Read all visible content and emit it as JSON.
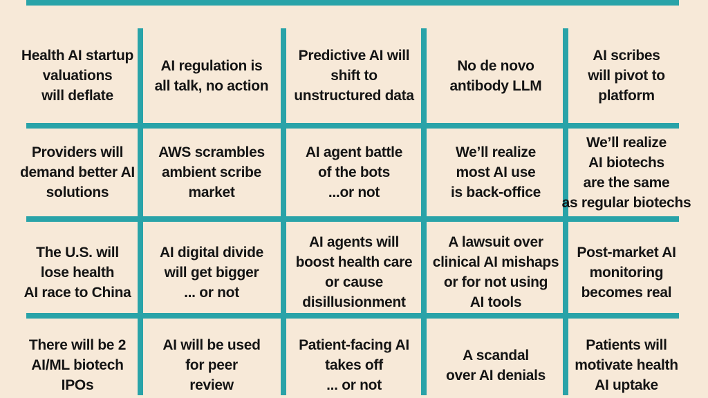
{
  "colors": {
    "background": "#F7E9D8",
    "line": "#29A3A8",
    "text": "#141414"
  },
  "grid": {
    "rows": [
      [
        "Health AI startup\nvaluations\nwill deflate",
        "AI regulation is\nall talk, no action",
        "Predictive AI will\nshift to\nunstructured data",
        "No de novo\nantibody LLM",
        "AI scribes\nwill pivot to\nplatform"
      ],
      [
        "Providers will\ndemand better AI\nsolutions",
        "AWS scrambles\nambient scribe\nmarket",
        "AI agent battle\nof the bots\n...or not",
        "We’ll realize\nmost AI use\nis back-office",
        "We’ll realize\nAI biotechs\nare the same\nas regular biotechs"
      ],
      [
        "The U.S. will\nlose health\nAI race to China",
        "AI digital divide\nwill get bigger\n... or not",
        "AI agents will\nboost health care\nor cause\ndisillusionment",
        "A lawsuit over\nclinical AI mishaps\nor for not using\nAI tools",
        "Post-market AI\nmonitoring\nbecomes real"
      ],
      [
        "There will be 2\nAI/ML biotech\nIPOs",
        "AI will be used\nfor peer\nreview",
        "Patient-facing AI\ntakes off\n... or not",
        "A scandal\nover AI denials",
        "Patients will\nmotivate health\nAI uptake"
      ]
    ]
  }
}
